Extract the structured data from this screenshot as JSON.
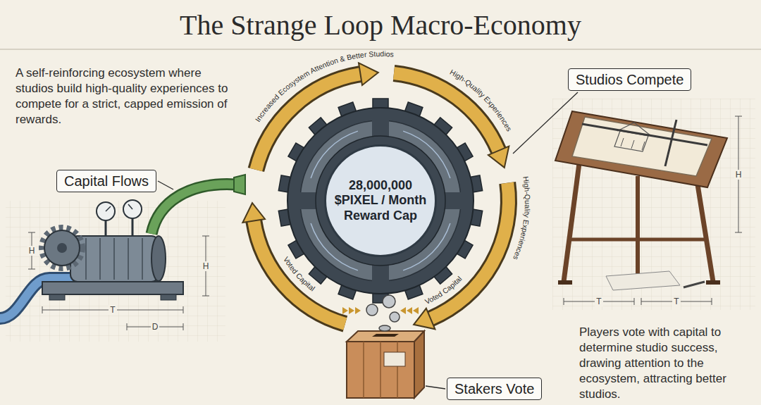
{
  "diagram": {
    "title": "The Strange Loop Macro-Economy",
    "nodes": [
      {
        "text": [
          "Studios Compete"
        ]
      },
      {
        "text": [
          "Capital Flows"
        ]
      },
      {
        "text": [
          "28,000,000 $PIXEL / Month Reward Cap"
        ]
      },
      {
        "text": [
          "Stakers Vote"
        ]
      }
    ],
    "labels": [
      "A self-reinforcing ecosystem where studios build high-quality experiences to compete for a strict, capped emission of rewards.",
      "Players vote with capital to determine studio success, drawing attention to the ecosystem, attracting better studios.",
      "Increased Ecosystem Attention & Better Studios",
      "High-Quality Experiences",
      "High-Quality Experiences",
      "Voted Capital",
      "Voted Capital",
      "H",
      "T",
      "D",
      "H",
      "H",
      "T",
      "T"
    ]
  }
}
